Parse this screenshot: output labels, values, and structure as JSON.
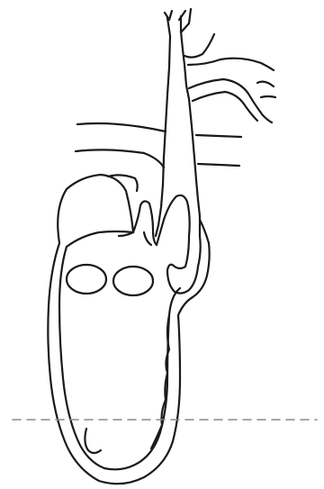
{
  "colors": {
    "background": "#ffffff",
    "stroke": "#1a1a1a",
    "guide_line": "#8a8a8a"
  },
  "figure": {
    "style": "line-drawing",
    "subject": "heart-outline-with-great-vessels",
    "guide_line": "dashed-horizontal"
  }
}
